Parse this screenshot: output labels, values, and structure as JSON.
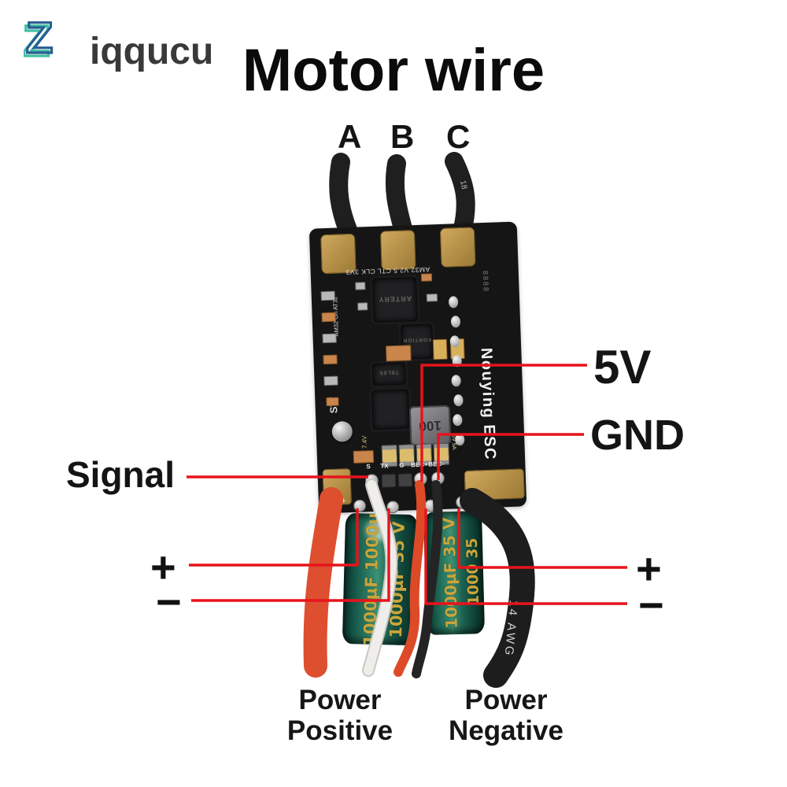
{
  "brand": {
    "initial": "Z",
    "wordmark": "iqqucu"
  },
  "title": "Motor wire",
  "motor_wires": {
    "labels": [
      "A",
      "B",
      "C"
    ],
    "wire_gauge_marking": "18"
  },
  "pcb": {
    "brand_vertical": "Nouying ESC",
    "silk_top": "AM32 V2.5 CTL CLK 3V3",
    "silk_left": "AM32 On AT32",
    "silk_sw": "SW",
    "silk_74v": "7.4V",
    "silk_5v5a": "5V 5A",
    "chip1_marking": "ARTERY",
    "chip2_marking": "FORTIOR",
    "regulator_marking": "78L05",
    "inductor_marking": "100",
    "datecode": "8888",
    "pads": [
      "S",
      "TX",
      "G",
      "BEC+",
      "BEC-"
    ],
    "plus_mark": "|+"
  },
  "capacitors": {
    "left": {
      "line1": "1000μF  1000μF",
      "line2": "1000μF  35 V"
    },
    "right": {
      "line1": "1000μF  35 V",
      "line2": "1000  35"
    }
  },
  "power_wires": {
    "negative_marking": "14 AWG"
  },
  "annotations": {
    "signal": "Signal",
    "five_v": "5V",
    "gnd": "GND",
    "plus": "+",
    "minus": "−",
    "power_positive_line1": "Power",
    "power_positive_line2": "Positive",
    "power_negative_line1": "Power",
    "power_negative_line2": "Negative"
  },
  "colors": {
    "annotation_red": "#e8131c",
    "pcb_black": "#151515",
    "pad_gold": "#bb964a",
    "capacitor_green": "#1d5f4e",
    "capacitor_text_gold": "#c9a53b",
    "wire_red": "#dd4f2e",
    "wire_black": "#1d1d1d",
    "wire_white": "#efeeea",
    "brand_teal": "#3fc1a0",
    "brand_blue": "#2a5c93"
  }
}
